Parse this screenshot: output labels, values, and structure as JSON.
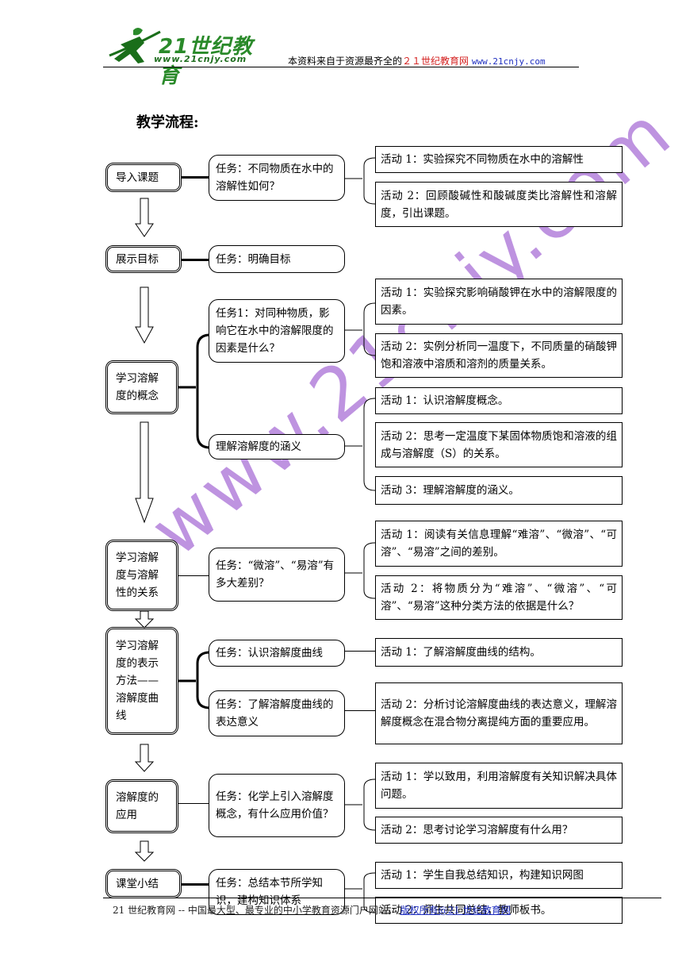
{
  "header": {
    "logo_text": "21世纪教育",
    "logo_url": "www.21cnjy.com",
    "note_prefix": "本资料来自于资源最齐全的",
    "note_site": "２１世纪教育网",
    "note_url": "www.21cnjy.com"
  },
  "title": "教学流程:",
  "watermark": "www.21cnjy.com",
  "stages": [
    {
      "label": "导入课题"
    },
    {
      "label": "展示目标"
    },
    {
      "label": "学习溶解度的概念"
    },
    {
      "label": "学习溶解度与溶解性的关系"
    },
    {
      "label": "学习溶解度的表示方法——溶解度曲线"
    },
    {
      "label": "溶解度的应用"
    },
    {
      "label": "课堂小结"
    }
  ],
  "tasks": [
    {
      "text": "任务：不同物质在水中的溶解性如何？"
    },
    {
      "text": "任务：明确目标"
    },
    {
      "text": "任务1：对同种物质，影响它在水中的溶解限度的因素是什么？"
    },
    {
      "text": "理解溶解度的涵义"
    },
    {
      "text": "任务：“微溶”、“易溶”有多大差别？"
    },
    {
      "text": "任务：认识溶解度曲线"
    },
    {
      "text": "任务：了解溶解度曲线的表达意义"
    },
    {
      "text": "任务：化学上引入溶解度概念，有什么应用价值？"
    },
    {
      "text": "任务：总结本节所学知识，建构知识体系"
    }
  ],
  "activities": [
    {
      "text": "活动 1：实验探究不同物质在水中的溶解性"
    },
    {
      "text": "活动 2：回顾酸碱性和酸碱度类比溶解性和溶解度，引出课题。"
    },
    {
      "text": "活动 1：实验探究影响硝酸钾在水中的溶解限度的因素。"
    },
    {
      "text": "活动 2：实例分析同一温度下，不同质量的硝酸钾饱和溶液中溶质和溶剂的质量关系。"
    },
    {
      "text": "活动 1：认识溶解度概念。"
    },
    {
      "text": "活动 2：思考一定温度下某固体物质饱和溶液的组成与溶解度（S）的关系。"
    },
    {
      "text": "活动 3：理解溶解度的涵义。"
    },
    {
      "text": "活动 1：阅读有关信息理解“难溶”、“微溶”、“可溶”、“易溶”之间的差别。"
    },
    {
      "text": "活动 2：将物质分为“难溶”、“微溶”、“可溶”、“易溶”这种分类方法的依据是什么？"
    },
    {
      "text": "活动 1：了解溶解度曲线的结构。"
    },
    {
      "text": "活动 2：分析讨论溶解度曲线的表达意义，理解溶解度概念在混合物分离提纯方面的重要应用。"
    },
    {
      "text": "活动 1：学以致用，利用溶解度有关知识解决具体问题。"
    },
    {
      "text": "活动 2：思考讨论学习溶解度有什么用？"
    },
    {
      "text": "活动 1：学生自我总结知识，构建知识网图"
    },
    {
      "text": "活动 2：师生共同总结，教师板书。"
    }
  ],
  "footer": {
    "left": "21 世纪教育网  --  中国最大型、最专业的中小学教育资源门户网站。",
    "link": "版权所有@21 世纪教育网"
  }
}
